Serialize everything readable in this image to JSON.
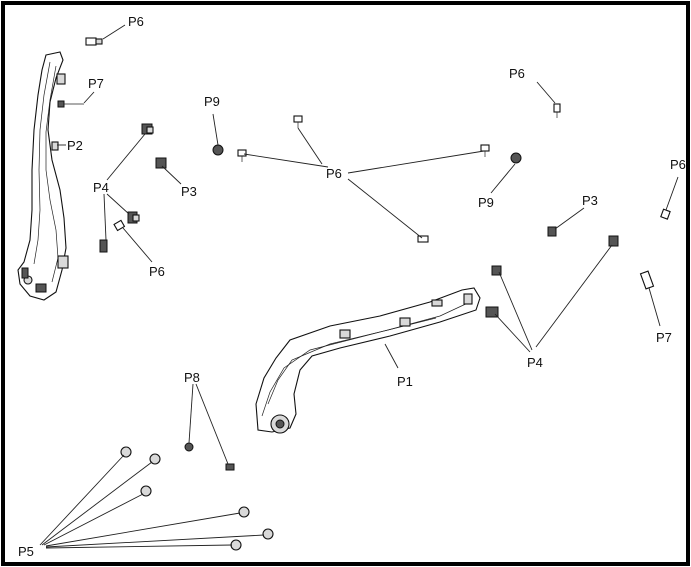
{
  "labels": {
    "p1": "P1",
    "p2": "P2",
    "p3_left": "P3",
    "p3_right": "P3",
    "p4_left": "P4",
    "p4_right": "P4",
    "p5": "P5",
    "p6_top": "P6",
    "p6_left": "P6",
    "p6_center": "P6",
    "p6_top_right": "P6",
    "p6_right": "P6",
    "p7_left": "P7",
    "p7_right": "P7",
    "p8": "P8",
    "p9_left": "P9",
    "p9_right": "P9"
  }
}
